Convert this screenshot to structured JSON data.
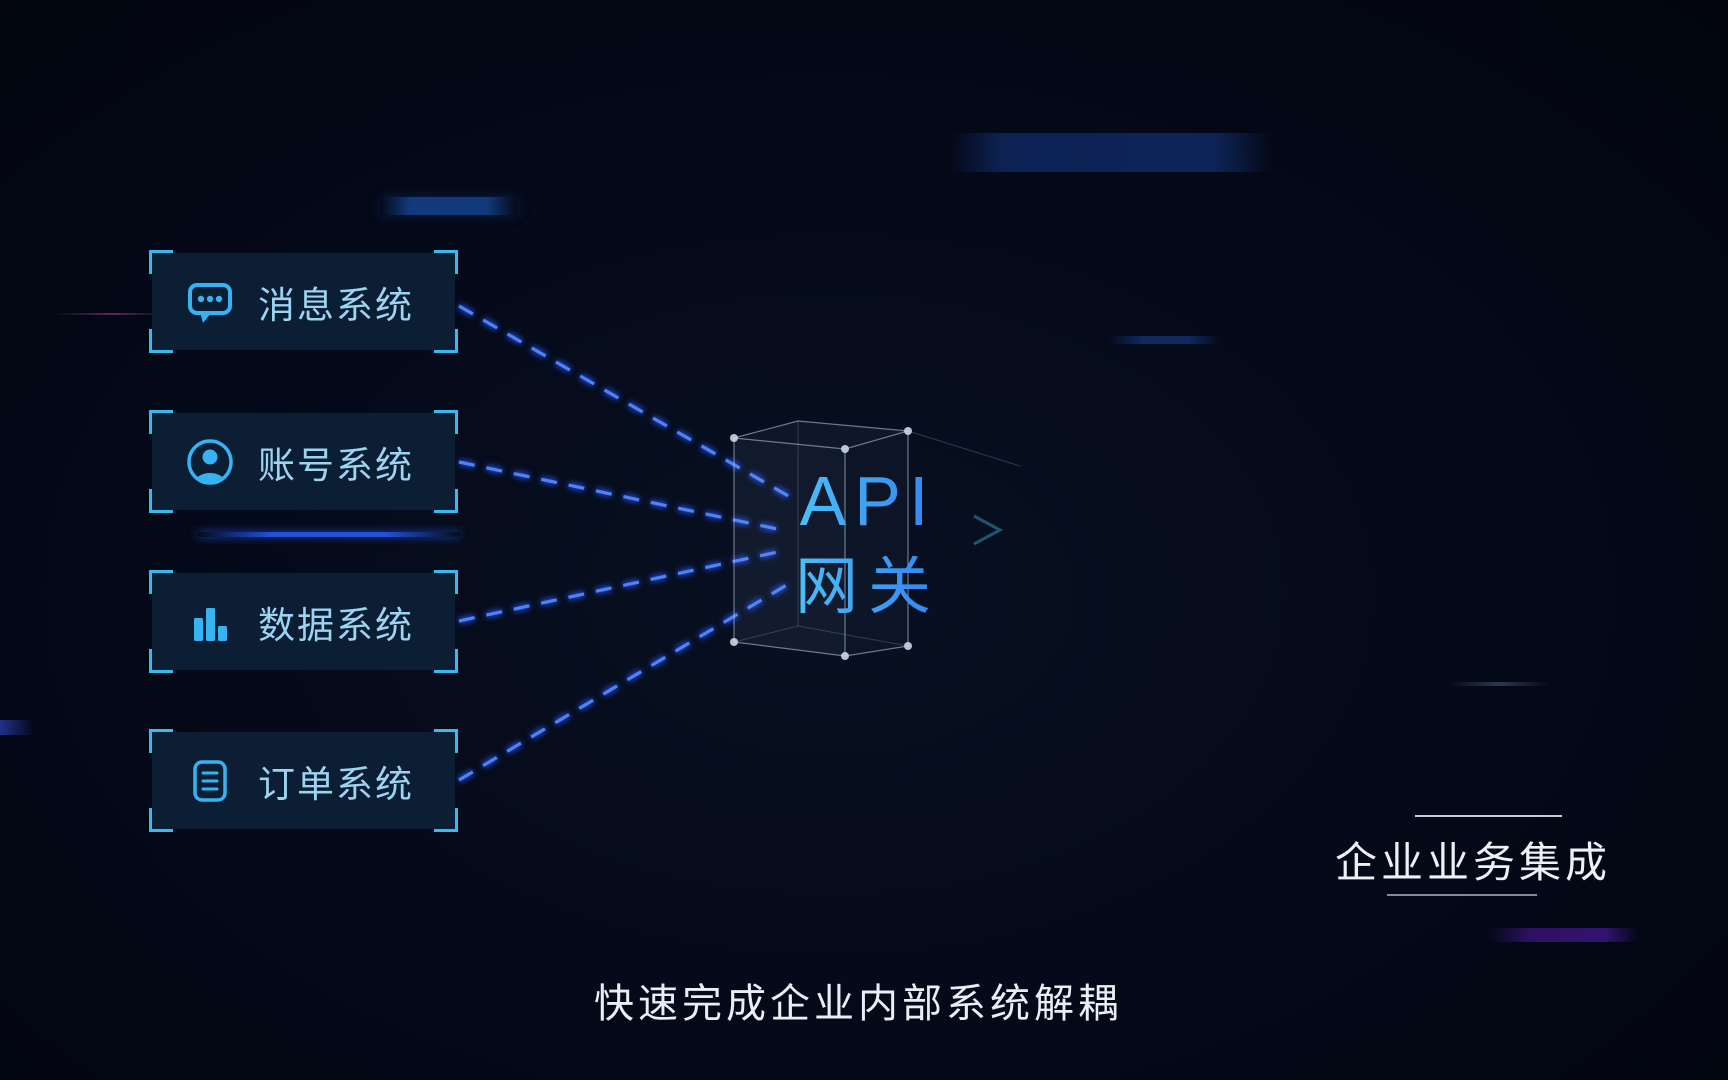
{
  "systems": [
    {
      "label": "消息系统",
      "icon": "chat-icon"
    },
    {
      "label": "账号系统",
      "icon": "user-icon"
    },
    {
      "label": "数据系统",
      "icon": "bar-chart-icon"
    },
    {
      "label": "订单系统",
      "icon": "document-icon"
    }
  ],
  "gateway": {
    "line1": "API",
    "line2": "网关"
  },
  "side_title": {
    "text": "企业业务集成"
  },
  "caption": {
    "text": "快速完成企业内部系统解耦"
  },
  "colors": {
    "background": "#04091a",
    "box_fill": "#0b1e33",
    "box_corner_accent": "#3ab9ef",
    "box_label": "#9dd3f2",
    "icon_accent": "#36b3f2",
    "dash_line": "#4e82f5",
    "gateway_gradient_from": "#52cdf7",
    "gateway_gradient_to": "#2e74f0",
    "title_text": "#edf0f5"
  }
}
